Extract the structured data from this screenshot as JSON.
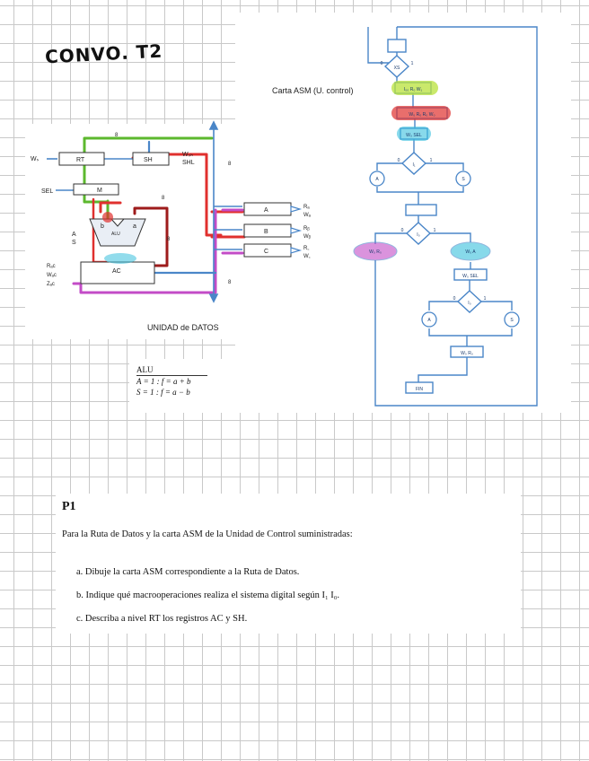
{
  "handwritten_title": "CONVO. T2",
  "asm": {
    "title": "Carta ASM (U. control)",
    "top_decision": "XS",
    "state1": "I₀₀ R₀ W₁",
    "state2": "W₀ R₀ R₀ W₀",
    "state3": "W₀ SEL",
    "decision_i1": "I₁",
    "bubble_left": "A",
    "bubble_right": "S",
    "decision_i0": "I₀",
    "branch_left": "W₀ R₀",
    "branch_right": "W₀ A",
    "state4": "W₀ SEL",
    "decision_i": "I₀",
    "bubble_left2": "A",
    "bubble_right2": "S",
    "state5": "W₀ R₀",
    "fin": "FIN",
    "bit0": "0",
    "bit1": "1"
  },
  "datapath": {
    "caption": "UNIDAD de DATOS",
    "reg_rt": "RT",
    "reg_sh": "SH",
    "ws": "Wₛ",
    "w_sh": "Wₛₕ",
    "shl": "SHL",
    "sel": "SEL",
    "mux": "M",
    "alu": "ALU",
    "a_in": "A",
    "s_in": "S",
    "b_in": "b",
    "a2_in": "a",
    "ac": "AC",
    "rac": "Rₐᴄ",
    "wac": "Wₐᴄ",
    "zac": "Zₐᴄ",
    "bus8": "8",
    "reg_a": "A",
    "reg_b": "B",
    "reg_c": "C",
    "ra": "Rₐ",
    "wa": "Wₐ",
    "rb": "Rᵦ",
    "wb": "Wᵦ",
    "rc": "R꜀",
    "wc": "W꜀"
  },
  "alu_note": {
    "head": "ALU",
    "line1": "A = 1 :   f = a + b",
    "line2": "S = 1 :   f = a − b"
  },
  "problem": {
    "heading": "P1",
    "intro": "Para la Ruta de Datos y la carta ASM de la Unidad de Control suministradas:",
    "items": [
      "a.  Dibuje la carta ASM correspondiente a la Ruta de Datos.",
      "b.  Indique qué macrooperaciones realiza el sistema digital según I₁ I₀.",
      "c.  Describa a nivel RT los registros AC y SH."
    ]
  },
  "colors": {
    "blue": "#4a86c8",
    "red": "#e0302e",
    "green": "#5cb82e",
    "magenta": "#c34cc7",
    "cyan": "#39c0dd",
    "lime": "#b8e23a"
  }
}
